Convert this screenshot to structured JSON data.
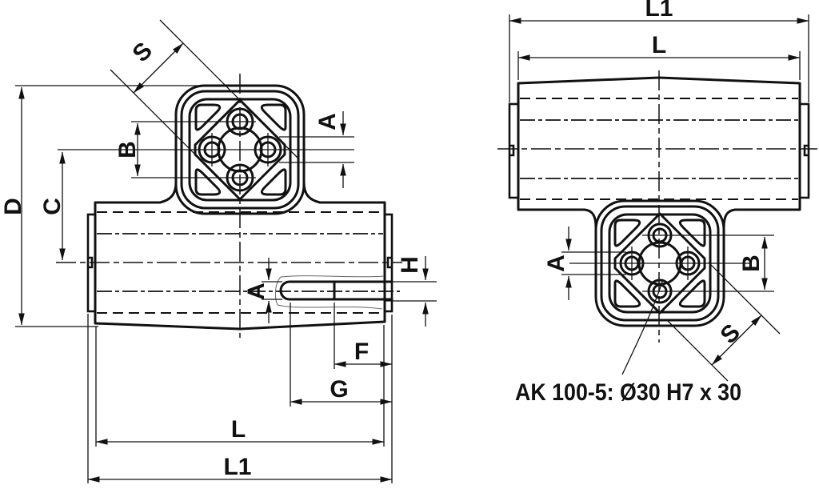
{
  "drawing": {
    "note": "AK 100-5: Ø30 H7 x 30",
    "front_view": {
      "labels": {
        "S": "S",
        "B": "B",
        "C": "C",
        "D": "D",
        "A_flange": "A",
        "A_key": "A",
        "H": "H",
        "F": "F",
        "G": "G",
        "L": "L",
        "L1": "L1"
      }
    },
    "top_view": {
      "labels": {
        "L1": "L1",
        "L": "L",
        "A": "A",
        "B": "B",
        "S": "S"
      }
    }
  },
  "colors": {
    "ink": "#111111",
    "light_line": "#666666",
    "background": "#ffffff"
  }
}
